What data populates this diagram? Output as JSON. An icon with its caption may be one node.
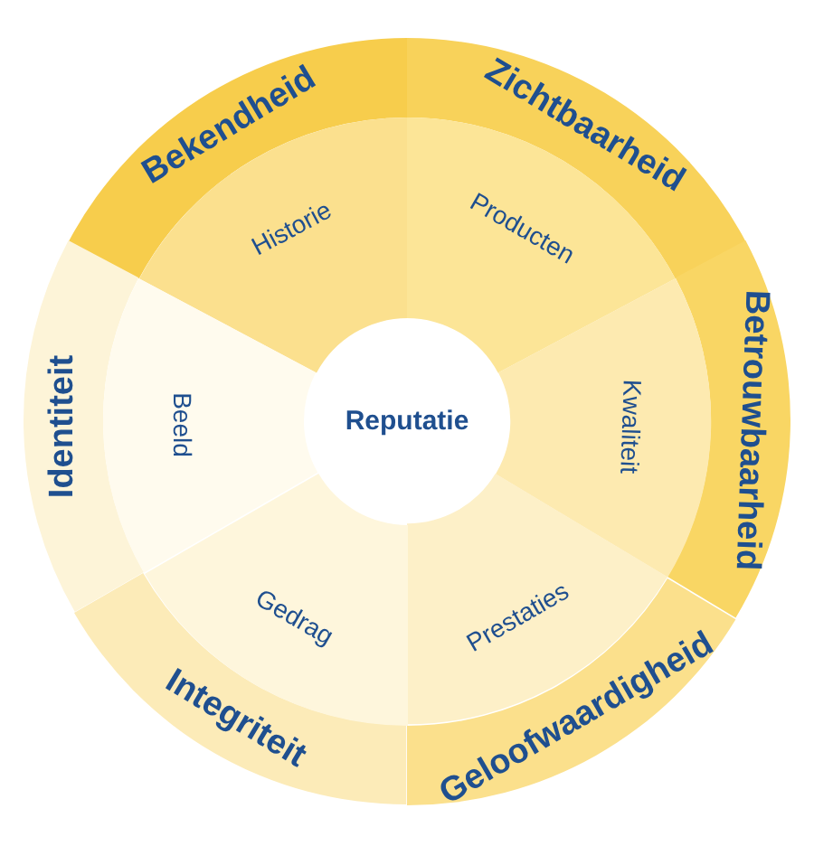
{
  "diagram": {
    "nodes": [
      {
        "text": [
          "Reputatie"
        ]
      },
      {
        "text": [
          "Bekendheid"
        ]
      },
      {
        "text": [
          "Historie"
        ]
      },
      {
        "text": [
          "Zichtbaarheid"
        ]
      },
      {
        "text": [
          "Producten"
        ]
      },
      {
        "text": [
          "Betrouwbaarheid"
        ]
      },
      {
        "text": [
          "Kwaliteit"
        ]
      },
      {
        "text": [
          "Geloofwaardigheid"
        ]
      },
      {
        "text": [
          "Prestaties"
        ]
      },
      {
        "text": [
          "Integriteit"
        ]
      },
      {
        "text": [
          "Gedrag"
        ]
      },
      {
        "text": [
          "Identiteit"
        ]
      },
      {
        "text": [
          "Beeld"
        ]
      }
    ]
  }
}
